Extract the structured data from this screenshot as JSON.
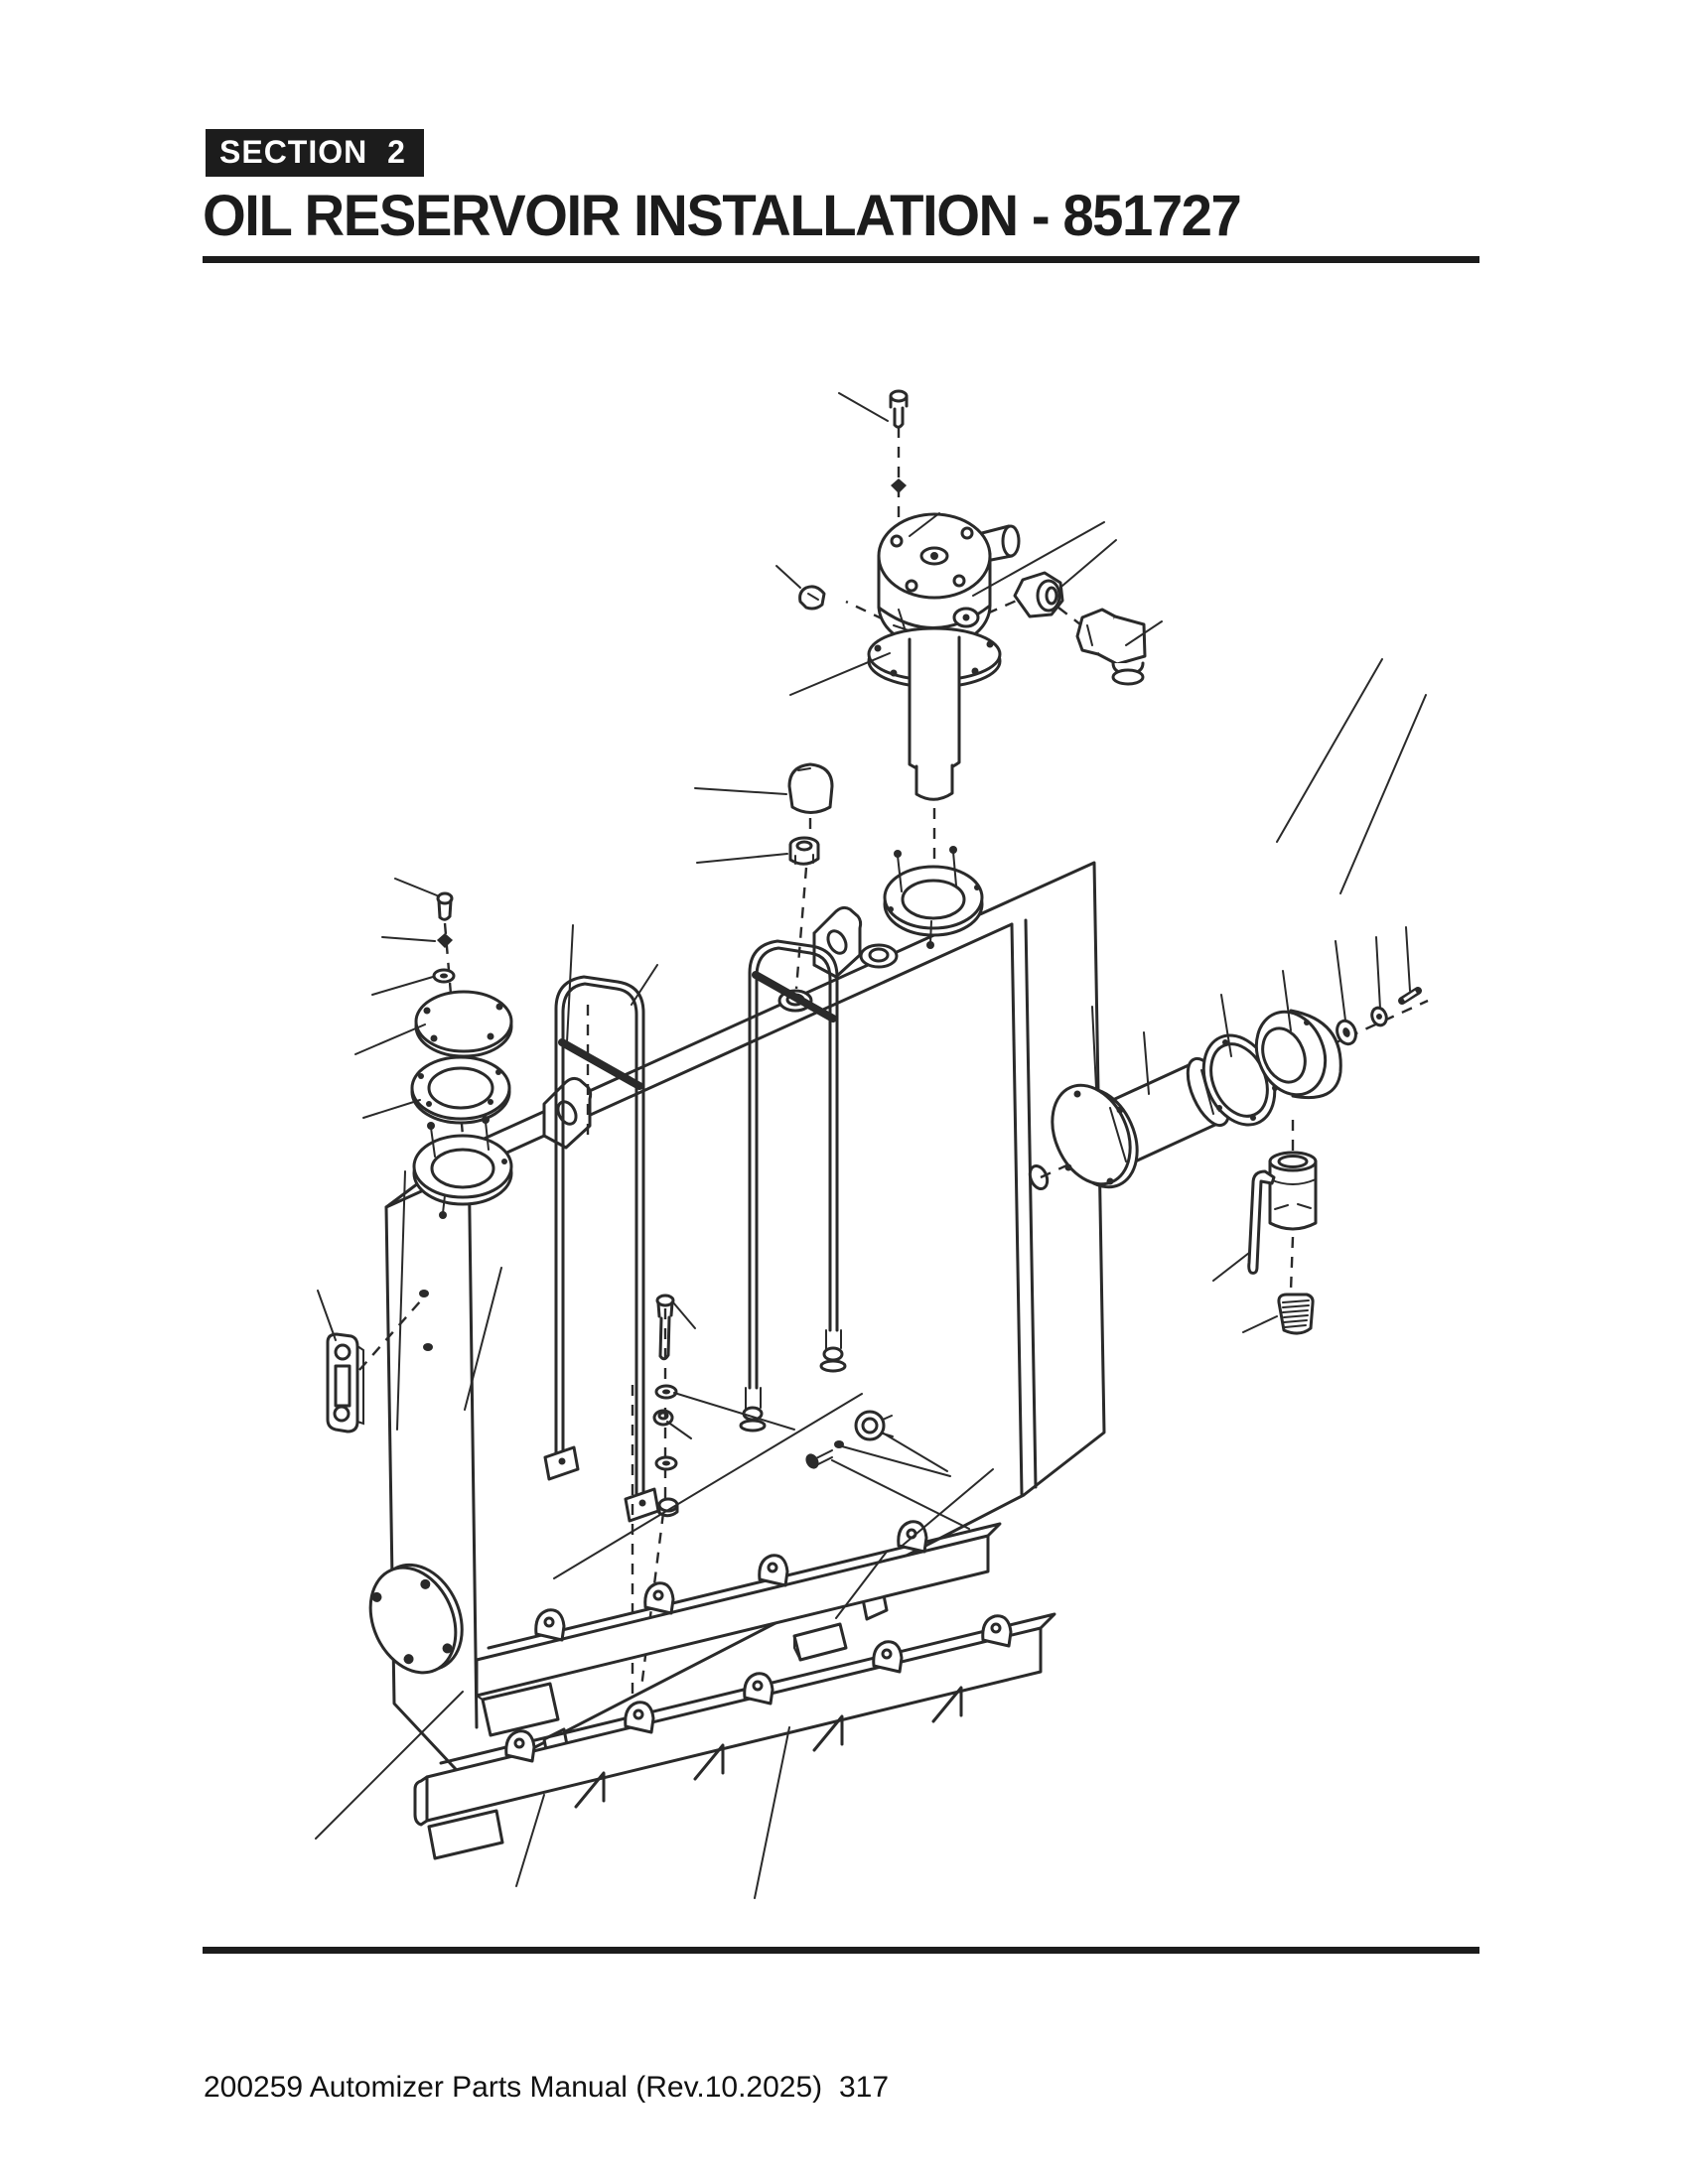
{
  "page": {
    "section_label": "SECTION 2",
    "title": "OIL RESERVOIR INSTALLATION - 851727",
    "footer_left": "200259 Automizer Parts Manual (Rev.10.2025)",
    "page_number": "317"
  },
  "diagram": {
    "description": "Exploded isometric parts illustration of oil reservoir installation 851727: reservoir tank with filler-breather assembly, fittings, cleanout cover, sight gauge, hold-down straps, suction flange assembly, return filter parts and mounting channels. Leader lines point to each part (no item numbers shown).",
    "colors": {
      "line": "#2a2a2a",
      "background": "#ffffff",
      "badge": "#1c1c1c"
    },
    "parts": [
      "filler-cap-screw",
      "lock-washer",
      "flat-washer",
      "filler-breather-cap",
      "breather-clip",
      "hex-plug",
      "elbow-fitting",
      "strainer-flange",
      "filler-strainer-tube",
      "vent-cap",
      "vent-hex-fitting",
      "reservoir-tank",
      "filler-neck-ring",
      "lifting-bracket-front",
      "lifting-bracket-rear",
      "top-plug",
      "recessed-plug",
      "cleanout-cover-screw",
      "cleanout-lock-washer",
      "cleanout-flat-washer",
      "cleanout-cover",
      "cleanout-gasket",
      "cleanout-mounting-ring",
      "sight-level-gauge",
      "front-cover-plate",
      "hold-down-strap-left",
      "hold-down-strap-right",
      "strap-bolt",
      "strap-washer",
      "strap-nut",
      "drain-plug",
      "cover-screw",
      "suction-flange-tube",
      "suction-gasket",
      "suction-elbow-cover",
      "suction-washer",
      "roll-pin",
      "filter-sleeve",
      "retainer-clip",
      "threaded-nipple",
      "mounting-channel-rear",
      "mounting-channel-front"
    ]
  }
}
